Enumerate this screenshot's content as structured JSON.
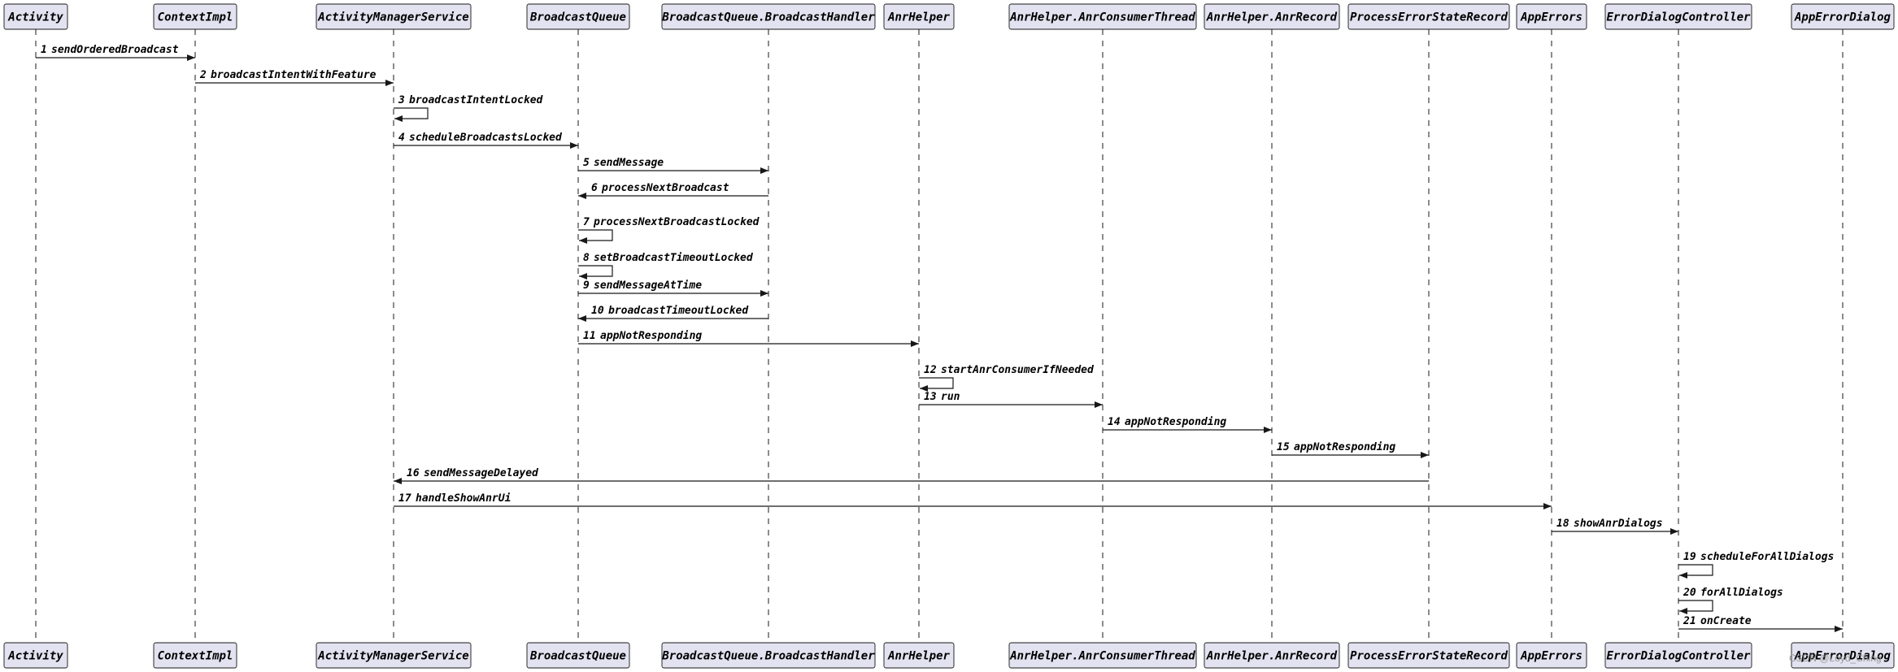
{
  "participants": [
    {
      "id": "activity",
      "name": "Activity"
    },
    {
      "id": "contextimpl",
      "name": "ContextImpl"
    },
    {
      "id": "ams",
      "name": "ActivityManagerService"
    },
    {
      "id": "bq",
      "name": "BroadcastQueue"
    },
    {
      "id": "bqh",
      "name": "BroadcastQueue.BroadcastHandler"
    },
    {
      "id": "anrhelper",
      "name": "AnrHelper"
    },
    {
      "id": "anrthread",
      "name": "AnrHelper.AnrConsumerThread"
    },
    {
      "id": "anrrecord",
      "name": "AnrHelper.AnrRecord"
    },
    {
      "id": "pesr",
      "name": "ProcessErrorStateRecord"
    },
    {
      "id": "apperrors",
      "name": "AppErrors"
    },
    {
      "id": "edc",
      "name": "ErrorDialogController"
    },
    {
      "id": "aed",
      "name": "AppErrorDialog"
    }
  ],
  "messages": [
    {
      "num": "1",
      "text": "sendOrderedBroadcast",
      "from": "activity",
      "to": "contextimpl"
    },
    {
      "num": "2",
      "text": "broadcastIntentWithFeature",
      "from": "contextimpl",
      "to": "ams"
    },
    {
      "num": "3",
      "text": "broadcastIntentLocked",
      "from": "ams",
      "to": "ams"
    },
    {
      "num": "4",
      "text": "scheduleBroadcastsLocked",
      "from": "ams",
      "to": "bq"
    },
    {
      "num": "5",
      "text": "sendMessage",
      "from": "bq",
      "to": "bqh"
    },
    {
      "num": "6",
      "text": "processNextBroadcast",
      "from": "bqh",
      "to": "bq"
    },
    {
      "num": "7",
      "text": "processNextBroadcastLocked",
      "from": "bq",
      "to": "bq"
    },
    {
      "num": "8",
      "text": "setBroadcastTimeoutLocked",
      "from": "bq",
      "to": "bq"
    },
    {
      "num": "9",
      "text": "sendMessageAtTime",
      "from": "bq",
      "to": "bqh"
    },
    {
      "num": "10",
      "text": "broadcastTimeoutLocked",
      "from": "bqh",
      "to": "bq"
    },
    {
      "num": "11",
      "text": "appNotResponding",
      "from": "bq",
      "to": "anrhelper"
    },
    {
      "num": "12",
      "text": "startAnrConsumerIfNeeded",
      "from": "anrhelper",
      "to": "anrhelper"
    },
    {
      "num": "13",
      "text": "run",
      "from": "anrhelper",
      "to": "anrthread"
    },
    {
      "num": "14",
      "text": "appNotResponding",
      "from": "anrthread",
      "to": "anrrecord"
    },
    {
      "num": "15",
      "text": "appNotResponding",
      "from": "anrrecord",
      "to": "pesr"
    },
    {
      "num": "16",
      "text": "sendMessageDelayed",
      "from": "pesr",
      "to": "ams"
    },
    {
      "num": "17",
      "text": "handleShowAnrUi",
      "from": "ams",
      "to": "apperrors"
    },
    {
      "num": "18",
      "text": "showAnrDialogs",
      "from": "apperrors",
      "to": "edc"
    },
    {
      "num": "19",
      "text": "scheduleForAllDialogs",
      "from": "edc",
      "to": "edc"
    },
    {
      "num": "20",
      "text": "forAllDialogs",
      "from": "edc",
      "to": "edc"
    },
    {
      "num": "21",
      "text": "onCreate",
      "from": "edc",
      "to": "aed"
    }
  ],
  "watermark": "CSDN @Loyd_Ching",
  "colors": {
    "participant_fill": "#e2e2f0",
    "stroke": "#181818",
    "text": "#000000"
  }
}
